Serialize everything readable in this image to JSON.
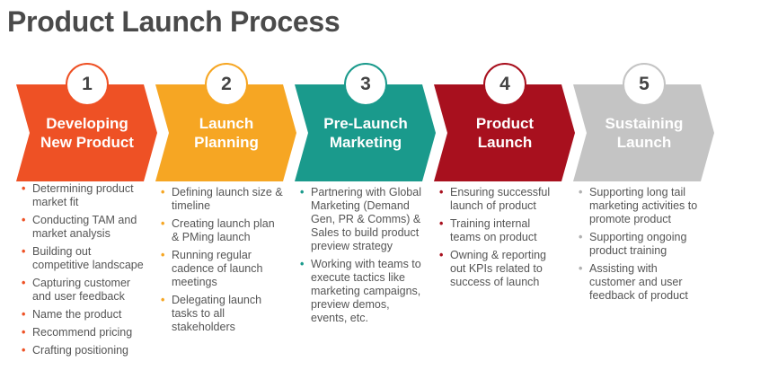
{
  "title": "Product Launch Process",
  "steps": [
    {
      "number": "1",
      "heading": [
        "Developing",
        "New Product"
      ],
      "color": "#ee5125",
      "bullets": [
        "Determining product market fit",
        "Conducting TAM and market analysis",
        "Building out competitive landscape",
        "Capturing customer and user feedback",
        "Name the product",
        "Recommend pricing",
        "Crafting positioning"
      ]
    },
    {
      "number": "2",
      "heading": [
        "Launch",
        "Planning"
      ],
      "color": "#f6a623",
      "bullets": [
        "Defining launch size & timeline",
        "Creating launch plan & PMing launch",
        "Running regular cadence of launch meetings",
        "Delegating launch tasks to all stakeholders"
      ]
    },
    {
      "number": "3",
      "heading": [
        "Pre-Launch",
        "Marketing"
      ],
      "color": "#1a9a8c",
      "bullets": [
        "Partnering with Global Marketing (Demand Gen, PR & Comms) & Sales to build product preview strategy",
        "Working with teams to execute tactics like marketing campaigns, preview demos, events, etc."
      ]
    },
    {
      "number": "4",
      "heading": [
        "Product",
        "Launch"
      ],
      "color": "#a8101e",
      "bullets": [
        "Ensuring successful launch of product",
        "Training internal teams on product",
        "Owning & reporting out KPIs related to success of launch"
      ]
    },
    {
      "number": "5",
      "heading": [
        "Sustaining",
        "Launch"
      ],
      "color": "#c4c4c4",
      "bullets": [
        "Supporting long tail marketing activities to promote product",
        "Supporting ongoing product training",
        "Assisting with customer and user feedback of product"
      ]
    }
  ]
}
